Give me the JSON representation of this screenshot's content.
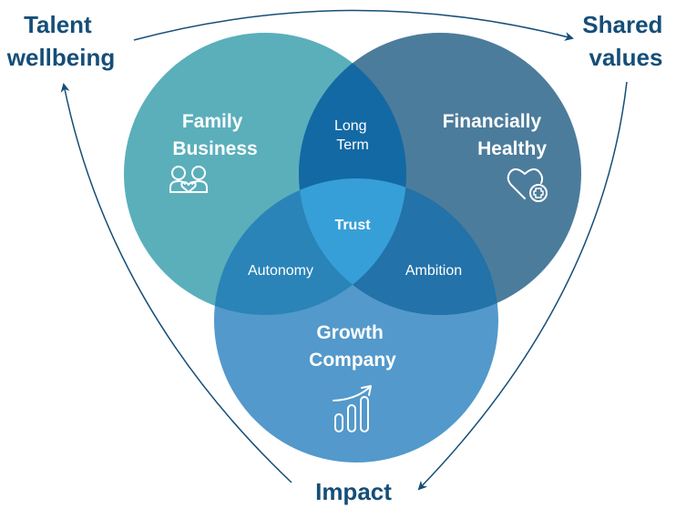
{
  "colors": {
    "text_dark": "#154e78",
    "family_business": "#5aafbb",
    "financially_healthy": "#4c7c9b",
    "growth_company": "#5399cb",
    "long_term": "#1369a4",
    "autonomy": "#2a84b8",
    "ambition": "#2372a9",
    "trust": "#379fd8",
    "white": "#ffffff"
  },
  "cycle": {
    "labels": [
      {
        "id": "talent",
        "lines": [
          "Talent",
          "wellbeing"
        ]
      },
      {
        "id": "shared",
        "lines": [
          "Shared",
          "values"
        ]
      },
      {
        "id": "impact",
        "lines": [
          "Impact"
        ]
      }
    ],
    "arrows": [
      {
        "from": "talent",
        "to": "shared"
      },
      {
        "from": "shared",
        "to": "impact"
      },
      {
        "from": "impact",
        "to": "talent"
      }
    ]
  },
  "circles": {
    "family_business": {
      "lines": [
        "Family",
        "Business"
      ],
      "icon": "family-heart-icon"
    },
    "financially_healthy": {
      "lines": [
        "Financially",
        "Healthy"
      ],
      "icon": "heart-plus-icon"
    },
    "growth_company": {
      "lines": [
        "Growth",
        "Company"
      ],
      "icon": "growth-chart-icon"
    }
  },
  "overlaps": {
    "long_term": [
      "Long",
      "Term"
    ],
    "autonomy": "Autonomy",
    "ambition": "Ambition",
    "trust": "Trust"
  }
}
